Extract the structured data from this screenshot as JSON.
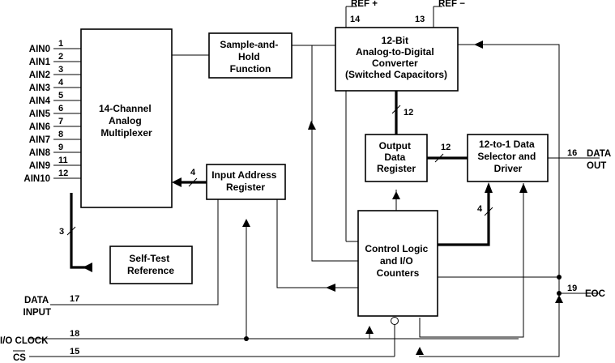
{
  "blocks": {
    "mux": [
      "14-Channel",
      "Analog",
      "Multiplexer"
    ],
    "sample_hold": [
      "Sample-and-",
      "Hold",
      "Function"
    ],
    "adc": [
      "12-Bit",
      "Analog-to-Digital",
      "Converter",
      "(Switched Capacitors)"
    ],
    "input_address": [
      "Input Address",
      "Register"
    ],
    "output_data": [
      "Output",
      "Data",
      "Register"
    ],
    "data_selector": [
      "12-to-1 Data",
      "Selector and",
      "Driver"
    ],
    "self_test": [
      "Self-Test",
      "Reference"
    ],
    "control": [
      "Control Logic",
      "and I/O",
      "Counters"
    ]
  },
  "analog_inputs": [
    {
      "name": "AIN0",
      "pin": "1"
    },
    {
      "name": "AIN1",
      "pin": "2"
    },
    {
      "name": "AIN2",
      "pin": "3"
    },
    {
      "name": "AIN3",
      "pin": "4"
    },
    {
      "name": "AIN4",
      "pin": "5"
    },
    {
      "name": "AIN5",
      "pin": "6"
    },
    {
      "name": "AIN6",
      "pin": "7"
    },
    {
      "name": "AIN7",
      "pin": "8"
    },
    {
      "name": "AIN8",
      "pin": "9"
    },
    {
      "name": "AIN9",
      "pin": "11"
    },
    {
      "name": "AIN10",
      "pin": "12"
    }
  ],
  "signals": {
    "ref_plus": {
      "label": "REF +",
      "pin": "14"
    },
    "ref_minus": {
      "label": "REF −",
      "pin": "13"
    },
    "data_out": {
      "label": [
        "DATA",
        "OUT"
      ],
      "pin": "16"
    },
    "eoc": {
      "label": "EOC",
      "pin": "19"
    },
    "data_input": {
      "label": [
        "DATA",
        "INPUT"
      ],
      "pin": "17"
    },
    "io_clock": {
      "label": "I/O CLOCK",
      "pin": "18"
    },
    "cs": {
      "label": "CS",
      "pin": "15"
    }
  },
  "bus_widths": {
    "adc_to_output": "12",
    "output_to_selector": "12",
    "control_to_selector": "4",
    "address_to_mux": "4",
    "mux_to_selftest": "3"
  }
}
